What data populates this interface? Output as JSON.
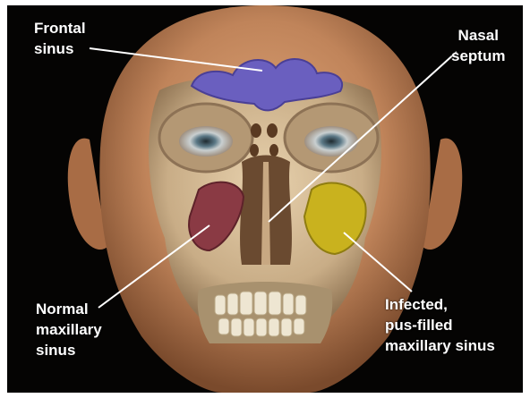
{
  "labels": {
    "frontal_sinus": "Frontal\nsinus",
    "nasal_septum": "Nasal\nseptum",
    "normal_maxillary": "Normal\nmaxillary\nsinus",
    "infected_maxillary": "Infected,\npus-filled\nmaxillary sinus"
  },
  "colors": {
    "background": "#050403",
    "skin": "#c58a5e",
    "bone": "#d9c4a0",
    "frontal_sinus": "#6a5fbf",
    "normal_sinus": "#8a3a44",
    "infected_sinus": "#c9b21e",
    "label_text": "#ffffff"
  }
}
